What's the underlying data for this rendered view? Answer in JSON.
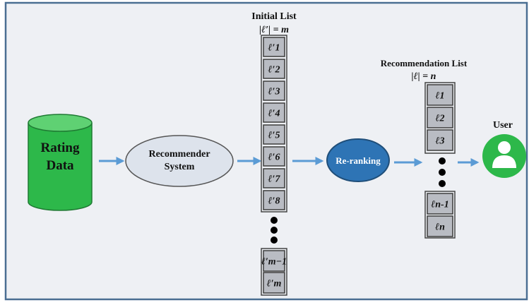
{
  "colors": {
    "panel": "#eef0f4",
    "border": "#4a6e92",
    "arrow": "#5b9bd5",
    "item_box": "#b9bcc3",
    "item_border": "#3d3d3d",
    "cylinder": "#2db84a",
    "recommender_ellipse": "#dde3ec",
    "reranking_ellipse": "#2e74b5",
    "user_circle": "#2db84a"
  },
  "rating_data": {
    "line1": "Rating",
    "line2": "Data"
  },
  "recommender": {
    "line1": "Recommender",
    "line2": "System"
  },
  "initial_list": {
    "title": "Initial List",
    "size_label": "|ℓ′| = m",
    "items_top": [
      "ℓ′1",
      "ℓ′2",
      "ℓ′3",
      "ℓ′4",
      "ℓ′5",
      "ℓ′6",
      "ℓ′7",
      "ℓ′8"
    ],
    "items_bottom": [
      "ℓ′m−1",
      "ℓ′m"
    ]
  },
  "reranking": {
    "label": "Re-ranking"
  },
  "recommendation_list": {
    "title": "Recommendation List",
    "size_label": "|ℓ| = n",
    "items_top": [
      "ℓ1",
      "ℓ2",
      "ℓ3"
    ],
    "items_bottom": [
      "ℓn-1",
      "ℓn"
    ]
  },
  "user": {
    "label": "User",
    "icon": "user-icon"
  }
}
